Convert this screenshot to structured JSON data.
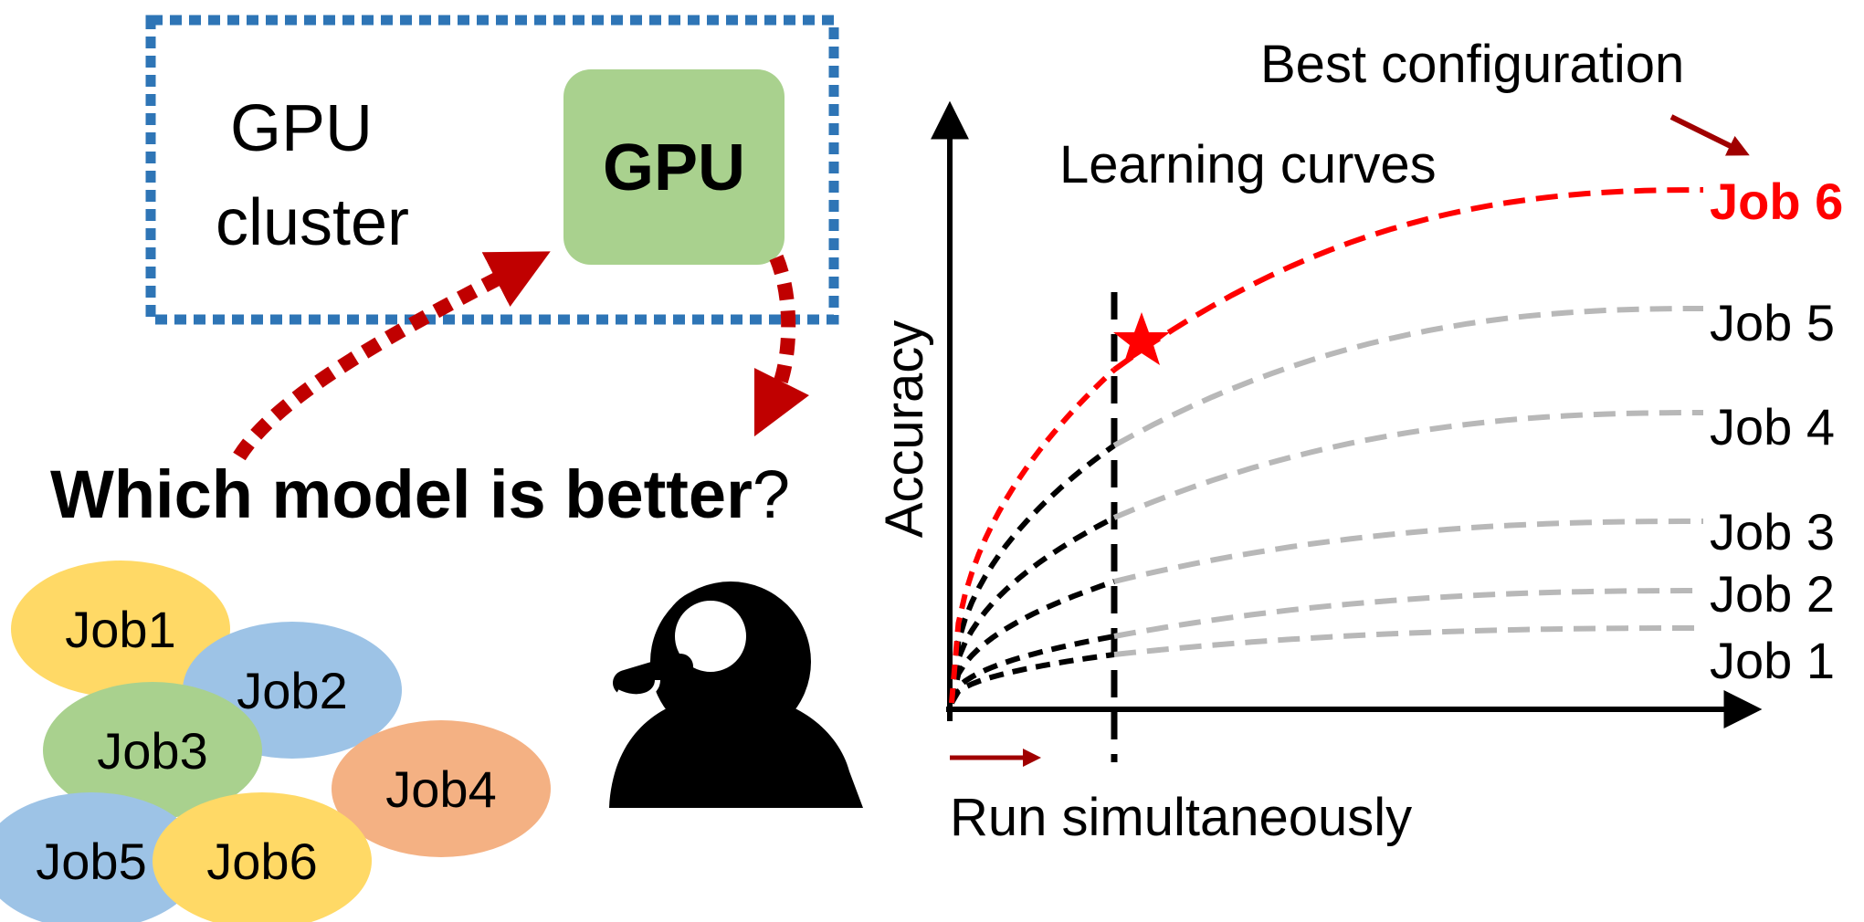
{
  "cluster": {
    "label_line1": "GPU",
    "label_line2": "cluster",
    "gpu_label": "GPU",
    "border_color": "#2e75b6",
    "gpu_fill": "#a9d18e"
  },
  "question": {
    "bold_part": "Which model is better",
    "suffix": "?"
  },
  "arrow_color": "#c00000",
  "jobs": [
    {
      "label": "Job1",
      "color": "#ffd966"
    },
    {
      "label": "Job2",
      "color": "#9dc3e6"
    },
    {
      "label": "Job3",
      "color": "#a9d18e"
    },
    {
      "label": "Job4",
      "color": "#f4b183"
    },
    {
      "label": "Job5",
      "color": "#9dc3e6"
    },
    {
      "label": "Job6",
      "color": "#ffd966"
    }
  ],
  "person_icon": "person-with-magnifier-icon",
  "chart": {
    "title": "Learning curves",
    "ylabel": "Accuracy",
    "best_label": "Best configuration",
    "run_label": "Run simultaneously",
    "best_color": "#ff0000",
    "curves": [
      {
        "label": "Job 1",
        "best": false
      },
      {
        "label": "Job 2",
        "best": false
      },
      {
        "label": "Job 3",
        "best": false
      },
      {
        "label": "Job 4",
        "best": false
      },
      {
        "label": "Job 5",
        "best": false
      },
      {
        "label": "Job 6",
        "best": true
      }
    ]
  }
}
